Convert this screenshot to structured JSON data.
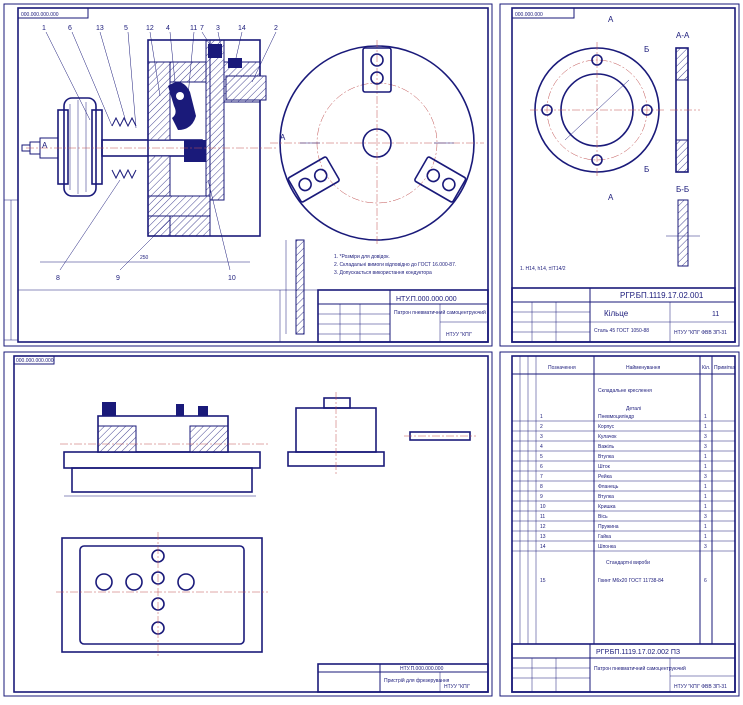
{
  "sheets": {
    "assembly_top": {
      "stamp_corner": "000.000.000.000",
      "title_code": "НТУ.П.000.000.000",
      "title_name": "Патрон пневматичний самоцентруючий",
      "org": "НТУУ \"КПІ\"",
      "note_1": "1. *Розміри для довідок.",
      "note_2": "2. Складальні вимоги відповідно до ГОСТ 16.000-87.",
      "note_3": "3. Допускається використання кондуктора",
      "view_label_a": "A",
      "dim_250": "250",
      "callouts": [
        "1",
        "6",
        "13",
        "5",
        "12",
        "4",
        "11",
        "7",
        "3",
        "14",
        "2",
        "8",
        "9",
        "10"
      ]
    },
    "ring": {
      "stamp_corner": "000.000.000",
      "title_code": "РГР.БП.1119.17.02.001",
      "title_name": "Кільце",
      "material": "Сталь 45 ГОСТ 1050-88",
      "org": "НТУУ \"КПІ\" ФВВ ЗП-31",
      "mass": "11",
      "section_aa": "А-А",
      "section_bb": "Б-Б",
      "label_a": "А",
      "label_b": "Б",
      "note": "1. H14, h14, ±IT14/2"
    },
    "assembly_bottom": {
      "stamp_corner": "000.000.000.000",
      "title_code": "НТУ.П.000.000.000",
      "title_name": "Пристрій для фрезерування",
      "org": "НТУУ \"КПІ\""
    },
    "spec": {
      "title_code": "РГР.БП.1119.17.02.002 ПЗ",
      "title_name": "Патрон пневматичний самоцентруючий",
      "org": "НТУУ \"КПІ\" ФВВ ЗП-31",
      "col_headers": [
        "Позначення",
        "Найменування",
        "Кіл.",
        "Примітка"
      ],
      "section_docs": "Складальне креслення",
      "section_parts": "Деталі",
      "section_std": "Стандартні вироби",
      "rows": [
        {
          "pos": "1",
          "name": "Пневмоциліндр",
          "qty": "1"
        },
        {
          "pos": "2",
          "name": "Корпус",
          "qty": "1"
        },
        {
          "pos": "3",
          "name": "Кулачок",
          "qty": "3"
        },
        {
          "pos": "4",
          "name": "Важіль",
          "qty": "3"
        },
        {
          "pos": "5",
          "name": "Втулка",
          "qty": "1"
        },
        {
          "pos": "6",
          "name": "Шток",
          "qty": "1"
        },
        {
          "pos": "7",
          "name": "Рейка",
          "qty": "3"
        },
        {
          "pos": "8",
          "name": "Фланець",
          "qty": "1"
        },
        {
          "pos": "9",
          "name": "Втулка",
          "qty": "1"
        },
        {
          "pos": "10",
          "name": "Кришка",
          "qty": "1"
        },
        {
          "pos": "11",
          "name": "Вісь",
          "qty": "3"
        },
        {
          "pos": "12",
          "name": "Пружина",
          "qty": "1"
        },
        {
          "pos": "13",
          "name": "Гайка",
          "qty": "1"
        },
        {
          "pos": "14",
          "name": "Шпонка",
          "qty": "3"
        }
      ],
      "std_row": {
        "pos": "15",
        "name": "Гвинт М6х20 ГОСТ 11738-84",
        "qty": "6"
      }
    }
  }
}
